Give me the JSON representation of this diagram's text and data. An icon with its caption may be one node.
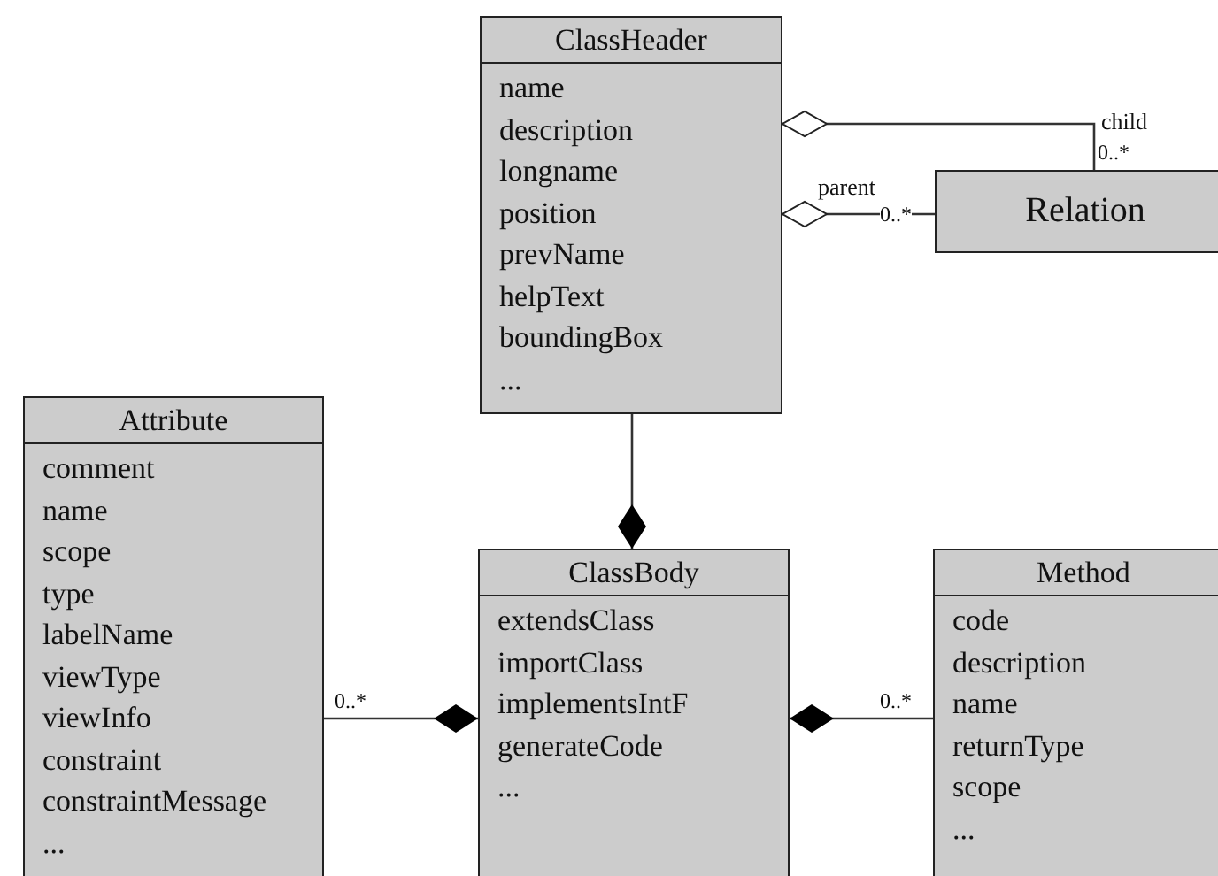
{
  "diagram": {
    "nodes": [
      {
        "text": [
          "ClassHeader",
          "name",
          "description",
          "longname",
          "position",
          "prevName",
          "helpText",
          "boundingBox",
          "..."
        ]
      },
      {
        "text": [
          "Relation"
        ]
      },
      {
        "text": [
          "Attribute",
          "comment",
          "name",
          "scope",
          "type",
          "labelName",
          "viewType",
          "viewInfo",
          "constraint",
          "constraintMessage",
          "..."
        ]
      },
      {
        "text": [
          "ClassBody",
          "extendsClass",
          "importClass",
          "implementsIntF",
          "generateCode",
          "..."
        ]
      },
      {
        "text": [
          "Method",
          "code",
          "description",
          "name",
          "returnType",
          "scope",
          "..."
        ]
      }
    ],
    "edges": [
      {
        "from": 1,
        "to": 0,
        "arrow": "other",
        "label": "child"
      },
      {
        "from": 1,
        "to": 0,
        "arrow": "other",
        "label": "parent"
      },
      {
        "from": 0,
        "to": 3,
        "arrow": "other"
      },
      {
        "from": 2,
        "to": 3,
        "arrow": "other"
      },
      {
        "from": 4,
        "to": 3,
        "arrow": "other"
      }
    ],
    "labels": [
      "0..*",
      "0..*",
      "0..*",
      "0..*"
    ]
  }
}
